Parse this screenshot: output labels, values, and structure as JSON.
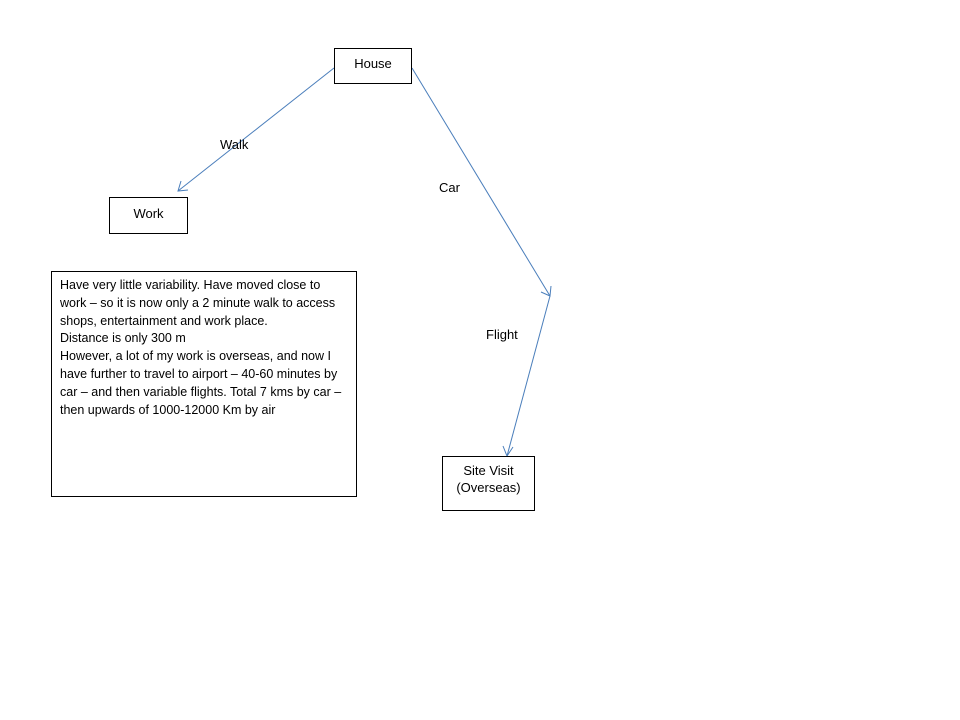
{
  "nodes": {
    "house": "House",
    "work": "Work",
    "site_visit_line1": "Site Visit",
    "site_visit_line2": "(Overseas)"
  },
  "edges": {
    "walk": "Walk",
    "car": "Car",
    "flight": "Flight"
  },
  "note": {
    "paragraph1": "Have very little variability. Have moved close to work – so it is now only a 2 minute walk to access shops, entertainment and work place.",
    "paragraph2": "Distance is only 300 m",
    "paragraph3": "However, a lot of my work is overseas, and now I have further to travel to airport – 40-60 minutes by car – and then variable flights. Total 7 kms by car – then upwards of 1000-12000  Km by air"
  },
  "colors": {
    "connector": "#4a7ebb",
    "border": "#000000",
    "background": "#ffffff"
  }
}
